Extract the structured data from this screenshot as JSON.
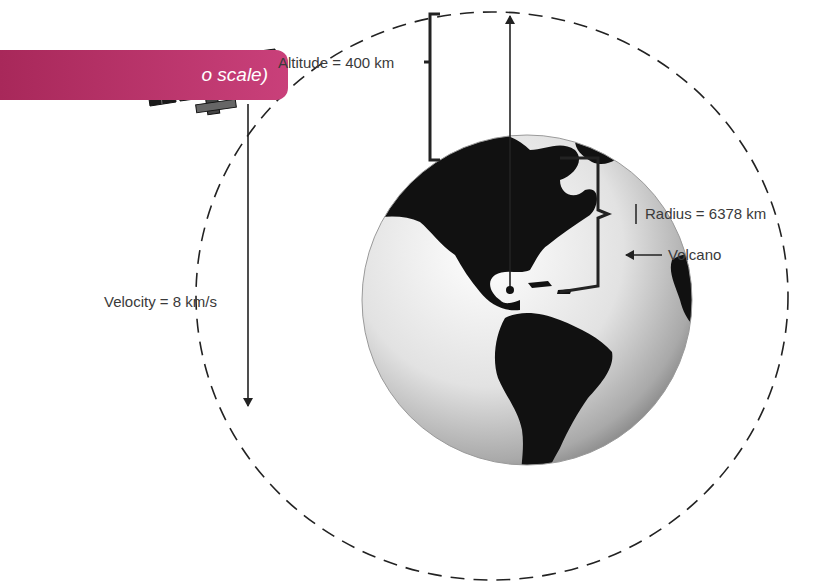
{
  "diagram": {
    "nodes": [
      {
        "text": [
          "o scale)"
        ]
      }
    ],
    "labels": [
      "Altitude = 400 km",
      "Radius = 6378 km",
      "Volcano",
      "Velocity = 8 km/s"
    ]
  }
}
